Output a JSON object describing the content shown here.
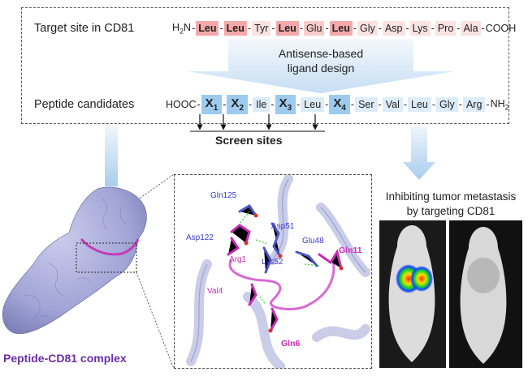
{
  "target": {
    "label": "Target site in CD81",
    "n_term": "H",
    "n_term_sub": "2",
    "n_term_tail": "N",
    "residues": [
      "Leu",
      "Leu",
      "Tyr",
      "Leu",
      "Glu",
      "Leu",
      "Gly",
      "Asp",
      "Lys",
      "Pro",
      "Ala",
      "COOH"
    ]
  },
  "design": {
    "line1": "Antisense-based",
    "line2": "ligand design"
  },
  "peptide": {
    "label": "Peptide candidates",
    "c_term": "HOOC",
    "x1": "X",
    "x1_sub": "1",
    "x2": "X",
    "x2_sub": "2",
    "r_ile": "Ile",
    "x3": "X",
    "x3_sub": "3",
    "r_leu": "Leu",
    "x4": "X",
    "x4_sub": "4",
    "tail": [
      "Ser",
      "Val",
      "Leu",
      "Gly",
      "Arg"
    ],
    "nh": "NH",
    "nh_sub": "2"
  },
  "screen": {
    "label": "Screen sites"
  },
  "inhibit": {
    "line1": "Inhibiting tumor metastasis",
    "line2": "by targeting CD81"
  },
  "complex": {
    "label": "Peptide-CD81 complex"
  },
  "residue_labels": {
    "gln125": "Gln125",
    "asp51": "Asp51",
    "asp122": "Asp122",
    "glu48": "Glu48",
    "gln11": "Gln11",
    "arg1": "Arg1",
    "lys52": "Lys52",
    "val4": "Val4",
    "gln6": "Gln6"
  },
  "colors": {
    "target_strong": "#f3a9a9",
    "target_mid": "#f8cccc",
    "target_light": "#fbe2e2",
    "x_box": "#9ccbef",
    "peptide_light": "#dcecf9",
    "complex_purple": "#6a2fa6",
    "magenta": "#cc2ab6",
    "blue_label": "#3a3acc",
    "surface": "#a4a7d6",
    "ribbon": "#c5c8e6"
  }
}
